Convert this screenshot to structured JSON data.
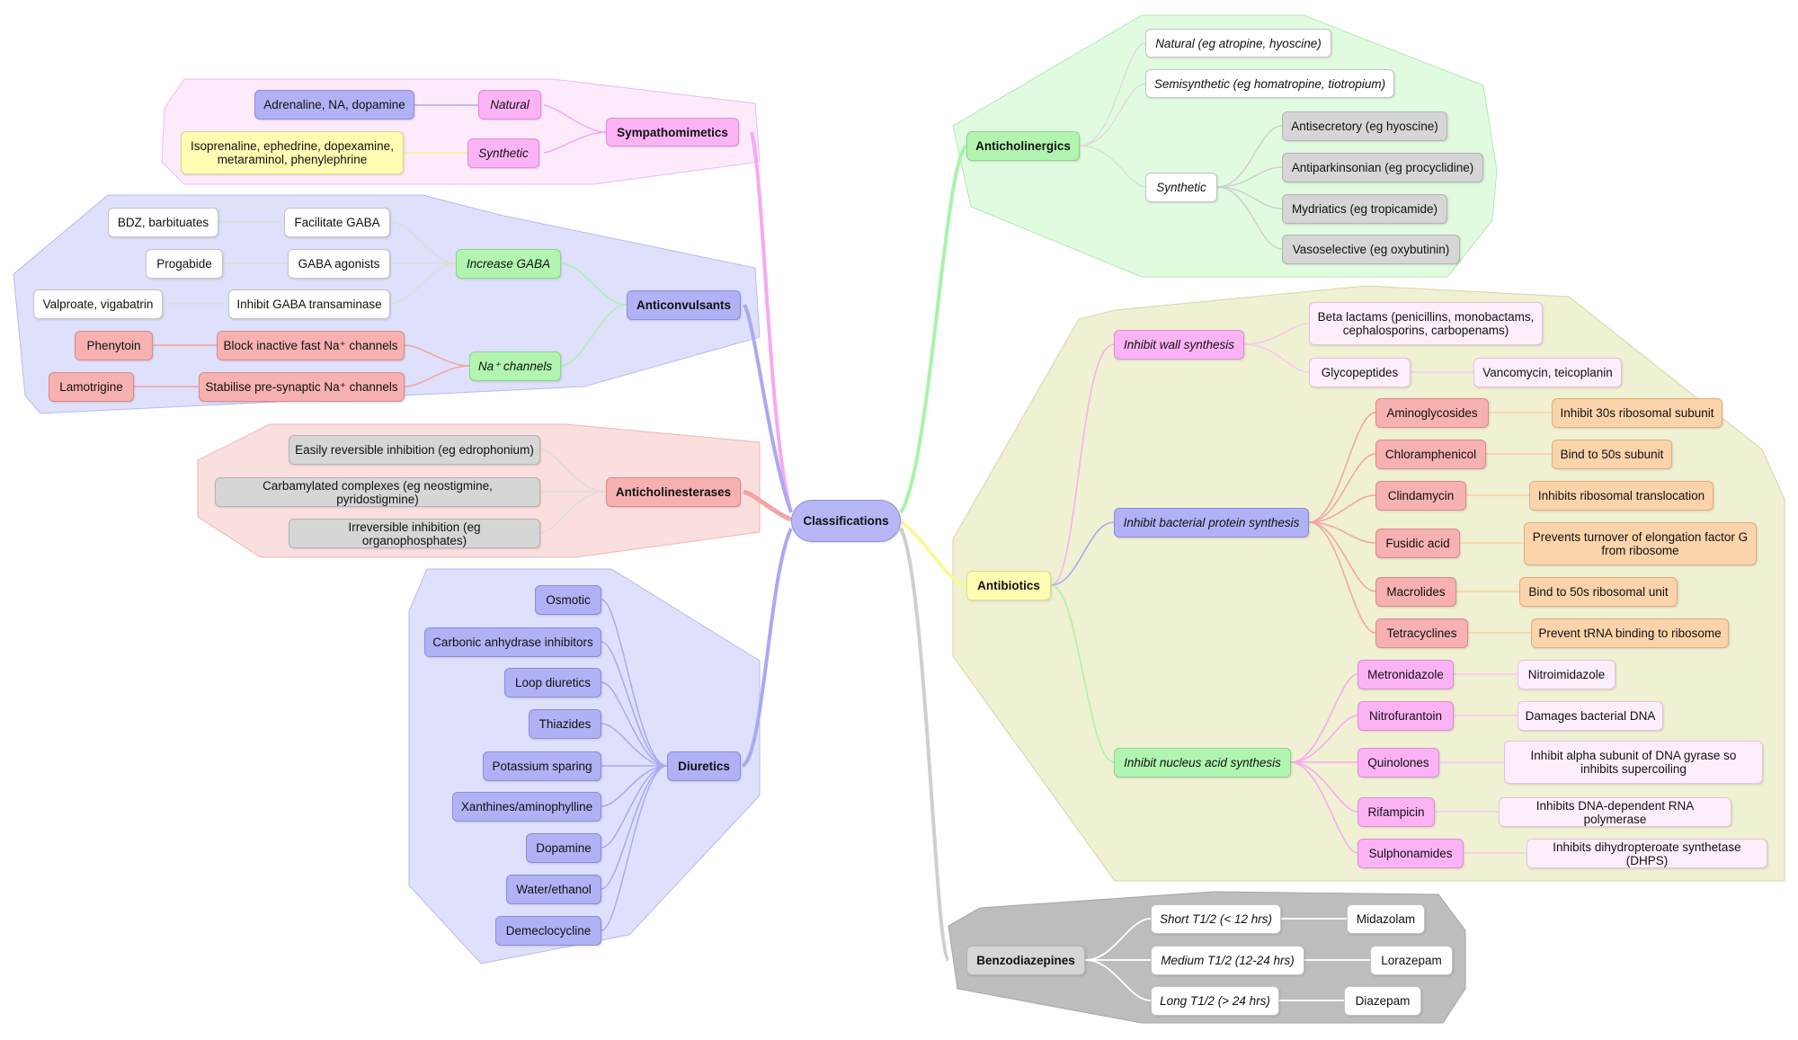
{
  "colors": {
    "pink": "#fbb3f5",
    "light_pink": "#fdeefc",
    "purple": "#b1b1f6",
    "yellow": "#fefdb4",
    "green": "#b1f5b1",
    "red": "#f7b1b1",
    "gray": "#d6d6d6",
    "orange": "#fbd4ab",
    "white": "#ffffff"
  },
  "root": "Classifications",
  "sympathomimetics": {
    "title": "Sympathomimetics",
    "natural": "Natural",
    "natural_examples": "Adrenaline, NA, dopamine",
    "synthetic": "Synthetic",
    "synthetic_examples": "Isoprenaline, ephedrine, dopexamine, metaraminol, phenylephrine"
  },
  "anticonvulsants": {
    "title": "Anticonvulsants",
    "increase_gaba": "Increase GABA",
    "facilitate_gaba": "Facilitate GABA",
    "facilitate_gaba_examples": "BDZ, barbituates",
    "gaba_agonists": "GABA agonists",
    "gaba_agonists_examples": "Progabide",
    "inhibit_transaminase": "Inhibit GABA transaminase",
    "inhibit_transaminase_examples": "Valproate, vigabatrin",
    "na_channels": "Na⁺ channels",
    "block_na": "Block inactive fast Na⁺ channels",
    "block_na_examples": "Phenytoin",
    "stabilise_na": "Stabilise pre-synaptic Na⁺ channels",
    "stabilise_na_examples": "Lamotrigine"
  },
  "anticholinesterases": {
    "title": "Anticholinesterases",
    "items": [
      "Easily reversible inhibition (eg edrophonium)",
      "Carbamylated complexes (eg neostigmine, pyridostigmine)",
      "Irreversible inhibition (eg organophosphates)"
    ]
  },
  "diuretics": {
    "title": "Diuretics",
    "items": [
      "Osmotic",
      "Carbonic anhydrase inhibitors",
      "Loop diuretics",
      "Thiazides",
      "Potassium sparing",
      "Xanthines/aminophylline",
      "Dopamine",
      "Water/ethanol",
      "Demeclocycline"
    ]
  },
  "anticholinergics": {
    "title": "Anticholinergics",
    "natural": "Natural (eg atropine, hyoscine)",
    "semisynthetic": "Semisynthetic (eg homatropine, tiotropium)",
    "synthetic": "Synthetic",
    "synthetic_items": [
      "Antisecretory (eg hyoscine)",
      "Antiparkinsonian (eg procyclidine)",
      "Mydriatics (eg tropicamide)",
      "Vasoselective (eg oxybutinin)"
    ]
  },
  "antibiotics": {
    "title": "Antibiotics",
    "wall": "Inhibit wall synthesis",
    "beta_lactams": "Beta lactams (penicillins, monobactams, cephalosporins, carbopenams)",
    "glycopeptides": "Glycopeptides",
    "glycopeptides_examples": "Vancomycin, teicoplanin",
    "protein": "Inhibit bacterial protein synthesis",
    "protein_items": [
      {
        "drug": "Aminoglycosides",
        "action": "Inhibit 30s ribosomal subunit"
      },
      {
        "drug": "Chloramphenicol",
        "action": "Bind to 50s subunit"
      },
      {
        "drug": "Clindamycin",
        "action": "Inhibits ribosomal translocation"
      },
      {
        "drug": "Fusidic acid",
        "action": "Prevents turnover of elongation factor G from ribosome"
      },
      {
        "drug": "Macrolides",
        "action": "Bind to 50s ribosomal unit"
      },
      {
        "drug": "Tetracyclines",
        "action": "Prevent tRNA binding to ribosome"
      }
    ],
    "nucleus": "Inhibit nucleus acid synthesis",
    "nucleus_items": [
      {
        "drug": "Metronidazole",
        "action": "Nitroimidazole"
      },
      {
        "drug": "Nitrofurantoin",
        "action": "Damages bacterial DNA"
      },
      {
        "drug": "Quinolones",
        "action": "Inhibit alpha subunit of DNA gyrase so inhibits supercoiling"
      },
      {
        "drug": "Rifampicin",
        "action": "Inhibits DNA-dependent RNA polymerase"
      },
      {
        "drug": "Sulphonamides",
        "action": "Inhibits dihydropteroate synthetase (DHPS)"
      }
    ]
  },
  "benzodiazepines": {
    "title": "Benzodiazepines",
    "items": [
      {
        "class": "Short T1/2 (< 12 hrs)",
        "example": "Midazolam"
      },
      {
        "class": "Medium T1/2 (12-24 hrs)",
        "example": "Lorazepam"
      },
      {
        "class": "Long T1/2 (> 24 hrs)",
        "example": "Diazepam"
      }
    ]
  }
}
